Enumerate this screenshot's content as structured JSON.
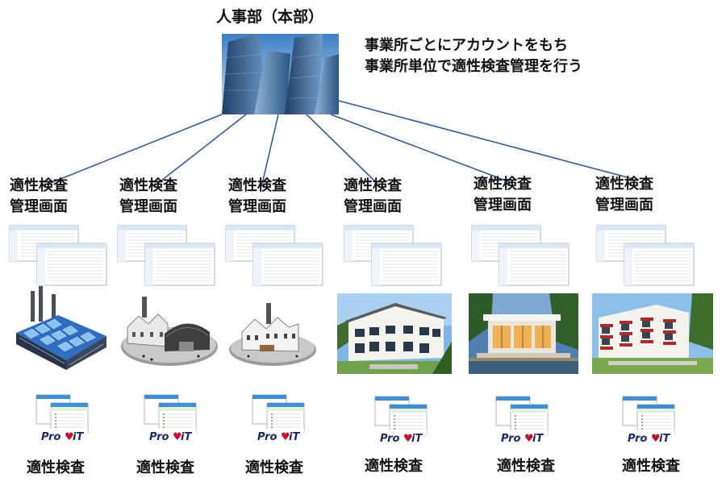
{
  "hq": {
    "title": "人事部（本部）",
    "description_line1": "事業所ごとにアカウントをもち",
    "description_line2": "事業所単位で適性検査管理を行う"
  },
  "branches": [
    {
      "label_line1": "適性検査",
      "label_line2": "管理画面",
      "site": "factory-saw-roof",
      "app_logo": "ProViT",
      "test_label": "適性検査"
    },
    {
      "label_line1": "適性検査",
      "label_line2": "管理画面",
      "site": "factory-hangar",
      "app_logo": "ProViT",
      "test_label": "適性検査"
    },
    {
      "label_line1": "適性検査",
      "label_line2": "管理画面",
      "site": "factory-small",
      "app_logo": "ProViT",
      "test_label": "適性検査"
    },
    {
      "label_line1": "適性検査",
      "label_line2": "管理画面",
      "site": "apartment-white",
      "app_logo": "ProViT",
      "test_label": "適性検査"
    },
    {
      "label_line1": "適性検査",
      "label_line2": "管理画面",
      "site": "house-modern",
      "app_logo": "ProViT",
      "test_label": "適性検査"
    },
    {
      "label_line1": "適性検査",
      "label_line2": "管理画面",
      "site": "apartment-red",
      "app_logo": "ProViT",
      "test_label": "適性検査"
    }
  ],
  "colors": {
    "connector": "#2e5aa8",
    "screen_header": "#d8e8f6",
    "logo_red": "#c8102e",
    "logo_navy": "#1b2a6b",
    "apartment_red": "#b02a2a"
  }
}
